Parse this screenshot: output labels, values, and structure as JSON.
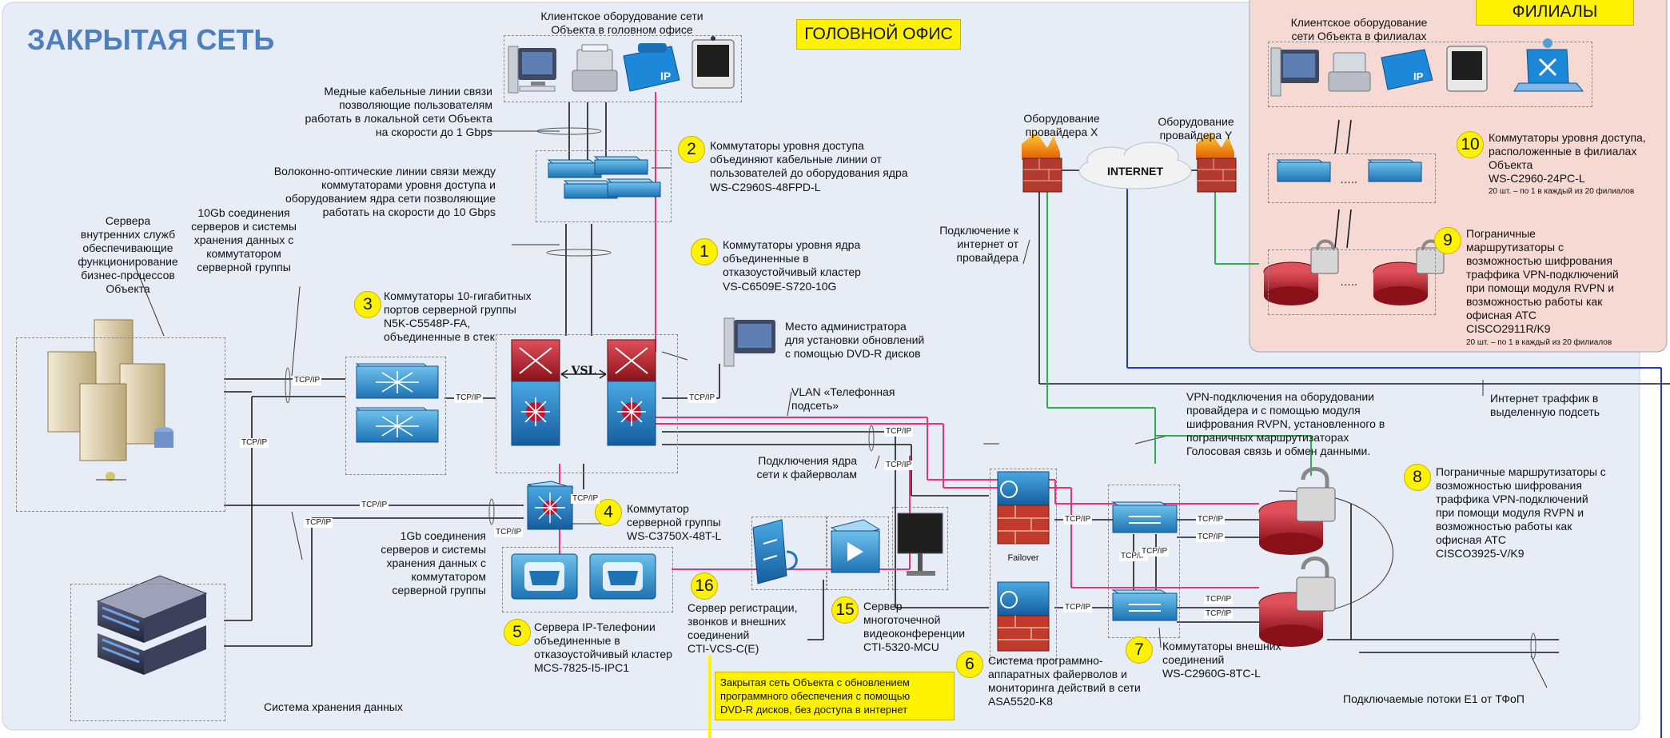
{
  "regions": {
    "closed_network_title": "ЗАКРЫТАЯ СЕТЬ",
    "head_office_label": "ГОЛОВНОЙ ОФИС",
    "branches_label": "ФИЛИАЛЫ"
  },
  "badges": [
    "1",
    "2",
    "3",
    "4",
    "5",
    "6",
    "7",
    "8",
    "9",
    "10",
    "15",
    "16"
  ],
  "components": {
    "core_switches": {
      "number": "1",
      "title": "Коммутаторы уровня ядра\nобъединенные в\nотказоустойчивый кластер",
      "model": "VS-C6509E-S720-10G"
    },
    "access_switches": {
      "number": "2",
      "title": "Коммутаторы уровня доступа\nобъединяют кабельные линии от\nпользователей до оборудования ядра",
      "model": "WS-C2960S-48FPD-L"
    },
    "server_10g_switches": {
      "number": "3",
      "title": "Коммутаторы 10-гигабитных\nпортов серверной группы\nN5K-C5548P-FA,\nобъединенные в стек"
    },
    "server_group_switch": {
      "number": "4",
      "title": "Коммутатор\nсерверной группы",
      "model": "WS-C3750X-48T-L"
    },
    "ip_telephony_servers": {
      "number": "5",
      "title": "Сервера IP-Телефонии\nобъединенные в\nотказоустойчивый кластер",
      "model": "MCS-7825-I5-IPC1"
    },
    "firewalls": {
      "number": "6",
      "title": "Система программно-\nаппаратных файерволов и\nмониторинга действий в сети",
      "model": "ASA5520-K8"
    },
    "external_switches": {
      "number": "7",
      "title": "Коммутаторы внешних\nсоединений",
      "model": "WS-C2960G-8TC-L"
    },
    "border_routers_head": {
      "number": "8",
      "title": "Пограничные маршрутизаторы с\nвозможностью шифрования\nтраффика VPN-подключений\nпри помощи модуля RVPN и\nвозможностью работы как\nофисная АТС",
      "model": "CISCO3925-V/K9"
    },
    "border_routers_branch": {
      "number": "9",
      "title": "Пограничные\nмаршрутизаторы с\nвозможностью шифрования\nтраффика VPN-подключений\nпри помощи модуля RVPN и\nвозможностью работы как\nофисная АТС",
      "model": "CISCO2911R/K9",
      "note": "20 шт. – по 1 в каждый из 20 филиалов"
    },
    "branch_access_switches": {
      "number": "10",
      "title": "Коммутаторы уровня доступа,\nрасположенные в филиалах\nОбъекта",
      "model": "WS-C2960-24PC-L",
      "note": "20 шт. – по 1 в каждый из 20 филиалов"
    },
    "video_conference_server": {
      "number": "15",
      "title": "Сервер\nмноготочечной\nвидеоконференции",
      "model": "CTI-5320-MCU"
    },
    "registration_server": {
      "number": "16",
      "title": "Сервер регистрации,\nзвонков и внешних\nсоединений",
      "model": "CTI-VCS-C(E)"
    }
  },
  "labels": {
    "client_head_office": "Клиентское оборудование сети\nОбъекта в головном офисе",
    "client_branches": "Клиентское оборудование\nсети Объекта в филиалах",
    "copper_lines": "Медные кабельные линии связи\nпозволяющие пользователям\nработать в локальной сети Объекта\nна скорости до 1 Gbps",
    "fiber_lines": "Волоконно-оптические линии связи между\nкоммутаторами уровня доступа и\nоборудованием ядра сети позволяющие\nработать на скорости до 10 Gbps",
    "internal_servers": "Сервера\nвнутренних служб\nобеспечивающие\nфункционирование\nбизнес-процессов\nОбъекта",
    "links_10gb": "10Gb соединения\nсерверов и системы\nхранения данных с\nкоммутатором\nсерверной группы",
    "links_1gb": "1Gb соединения\nсерверов и системы\nхранения данных с\nкоммутатором\nсерверной группы",
    "storage_system": "Система хранения данных",
    "admin_station": "Место администратора\nдля установки обновлений\nс помощью DVD-R дисков",
    "vlan_phone": "VLAN «Телефонная\nподсеть»",
    "core_to_firewalls": "Подключения ядра\nсети к файерволам",
    "provider_x": "Оборудование\nпровайдера X",
    "provider_y": "Оборудование\nпровайдера Y",
    "internet_cloud": "INTERNET",
    "internet_from_provider": "Подключение к\nинтернет от\nпровайдера",
    "vpn_connections": "VPN-подключения на оборудовании\nпровайдера и с  помощью модуля\nшифрования RVPN, установленного в\nпограничных маршрутизаторах\nГолосовая связь и обмен данными.",
    "internet_traffic": "Интернет траффик в\nвыделенную подсеть",
    "e1_streams": "Подключаемые потоки Е1 от ТФоП",
    "failover": "Failover",
    "vsl": "VSL",
    "closed_network_note": "Закрытая сеть Объекта с обновлением\nпрограммного обеспечения с помощью\nDVD-R дисков, без доступа в интернет",
    "dots": "….."
  },
  "link_tags": {
    "tcpip": "TCP/IP"
  },
  "colors": {
    "page_background": "#e6edf6",
    "branch_background": "#f5d9d2",
    "title_blue": "#4f7fbf",
    "yellow_badge": "#fef200",
    "line_magenta": "#e6337a",
    "line_green": "#2fae4f",
    "line_blue": "#2438c8",
    "line_black": "#1a1a1a"
  },
  "icons": [
    "server-tower-icon",
    "storage-array-icon",
    "workstation-icon",
    "printer-icon",
    "ip-phone-icon",
    "video-terminal-icon",
    "access-switch-icon",
    "core-switch-icon",
    "layer3-switch-icon",
    "ip-telephony-server-icon",
    "registration-server-icon",
    "video-conference-server-icon",
    "firewall-icon",
    "router-lock-icon",
    "provider-firewall-icon",
    "internet-cloud-icon",
    "laptop-icon"
  ]
}
